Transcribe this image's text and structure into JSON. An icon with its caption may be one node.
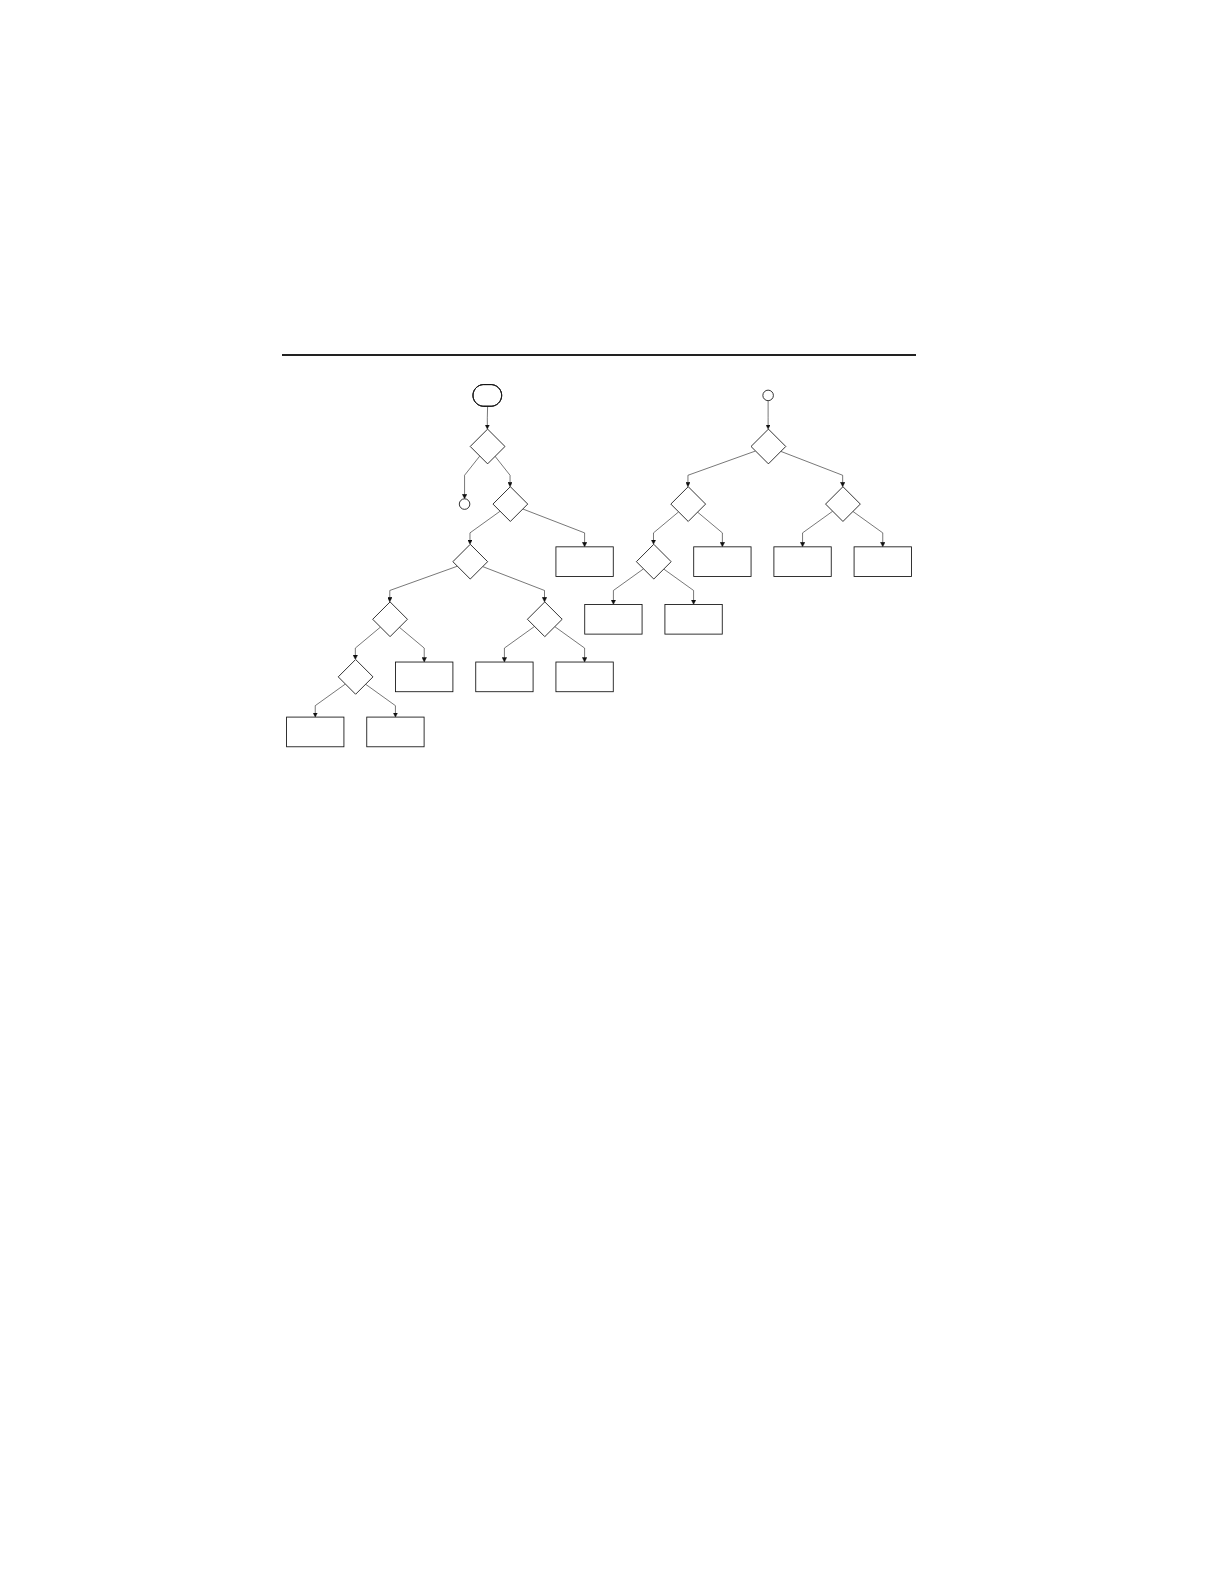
{
  "diagram": {
    "nodes": [
      {
        "text": [],
        "shape": "terminal"
      },
      {
        "text": [],
        "shape": "box"
      },
      {
        "text": [],
        "shape": "diamond"
      },
      {
        "text": [],
        "shape": "diamond"
      },
      {
        "text": [],
        "shape": "box"
      },
      {
        "text": [],
        "shape": "circle"
      },
      {
        "text": [],
        "shape": "diamond"
      },
      {
        "text": [],
        "shape": "diamond"
      },
      {
        "text": [],
        "shape": "diamond"
      },
      {
        "text": [],
        "shape": "box"
      },
      {
        "text": [],
        "shape": "box"
      },
      {
        "text": [],
        "shape": "diamond"
      },
      {
        "text": [],
        "shape": "box"
      },
      {
        "text": [],
        "shape": "box"
      },
      {
        "text": [],
        "shape": "box"
      },
      {
        "text": [],
        "shape": "circle"
      },
      {
        "text": [],
        "shape": "diamond"
      },
      {
        "text": [],
        "shape": "diamond"
      },
      {
        "text": [],
        "shape": "diamond"
      },
      {
        "text": [],
        "shape": "box"
      },
      {
        "text": [],
        "shape": "box"
      },
      {
        "text": [],
        "shape": "diamond"
      },
      {
        "text": [],
        "shape": "box"
      },
      {
        "text": [],
        "shape": "box"
      }
    ],
    "edges": [
      {
        "from": 0,
        "to": 3,
        "arrow": "to"
      },
      {
        "from": 3,
        "to": 5,
        "arrow": "to"
      },
      {
        "from": 3,
        "to": 8,
        "arrow": "to"
      },
      {
        "from": 8,
        "to": 7,
        "arrow": "to"
      },
      {
        "from": 8,
        "to": 9,
        "arrow": "to"
      },
      {
        "from": 7,
        "to": 6,
        "arrow": "to"
      },
      {
        "from": 7,
        "to": 11,
        "arrow": "to"
      },
      {
        "from": 6,
        "to": 2,
        "arrow": "to"
      },
      {
        "from": 6,
        "to": 10,
        "arrow": "to"
      },
      {
        "from": 2,
        "to": 1,
        "arrow": "to"
      },
      {
        "from": 2,
        "to": 4,
        "arrow": "to"
      },
      {
        "from": 11,
        "to": 12,
        "arrow": "to"
      },
      {
        "from": 11,
        "to": 13,
        "arrow": "to"
      },
      {
        "from": 15,
        "to": 17,
        "arrow": "to"
      },
      {
        "from": 17,
        "to": 16,
        "arrow": "to"
      },
      {
        "from": 17,
        "to": 21,
        "arrow": "to"
      },
      {
        "from": 16,
        "to": 19,
        "arrow": "to"
      },
      {
        "from": 16,
        "to": 18,
        "arrow": "to"
      },
      {
        "from": 18,
        "to": 14,
        "arrow": "to"
      },
      {
        "from": 18,
        "to": 20,
        "arrow": "to"
      },
      {
        "from": 21,
        "to": 22,
        "arrow": "to"
      },
      {
        "from": 21,
        "to": 23,
        "arrow": "to"
      }
    ]
  }
}
